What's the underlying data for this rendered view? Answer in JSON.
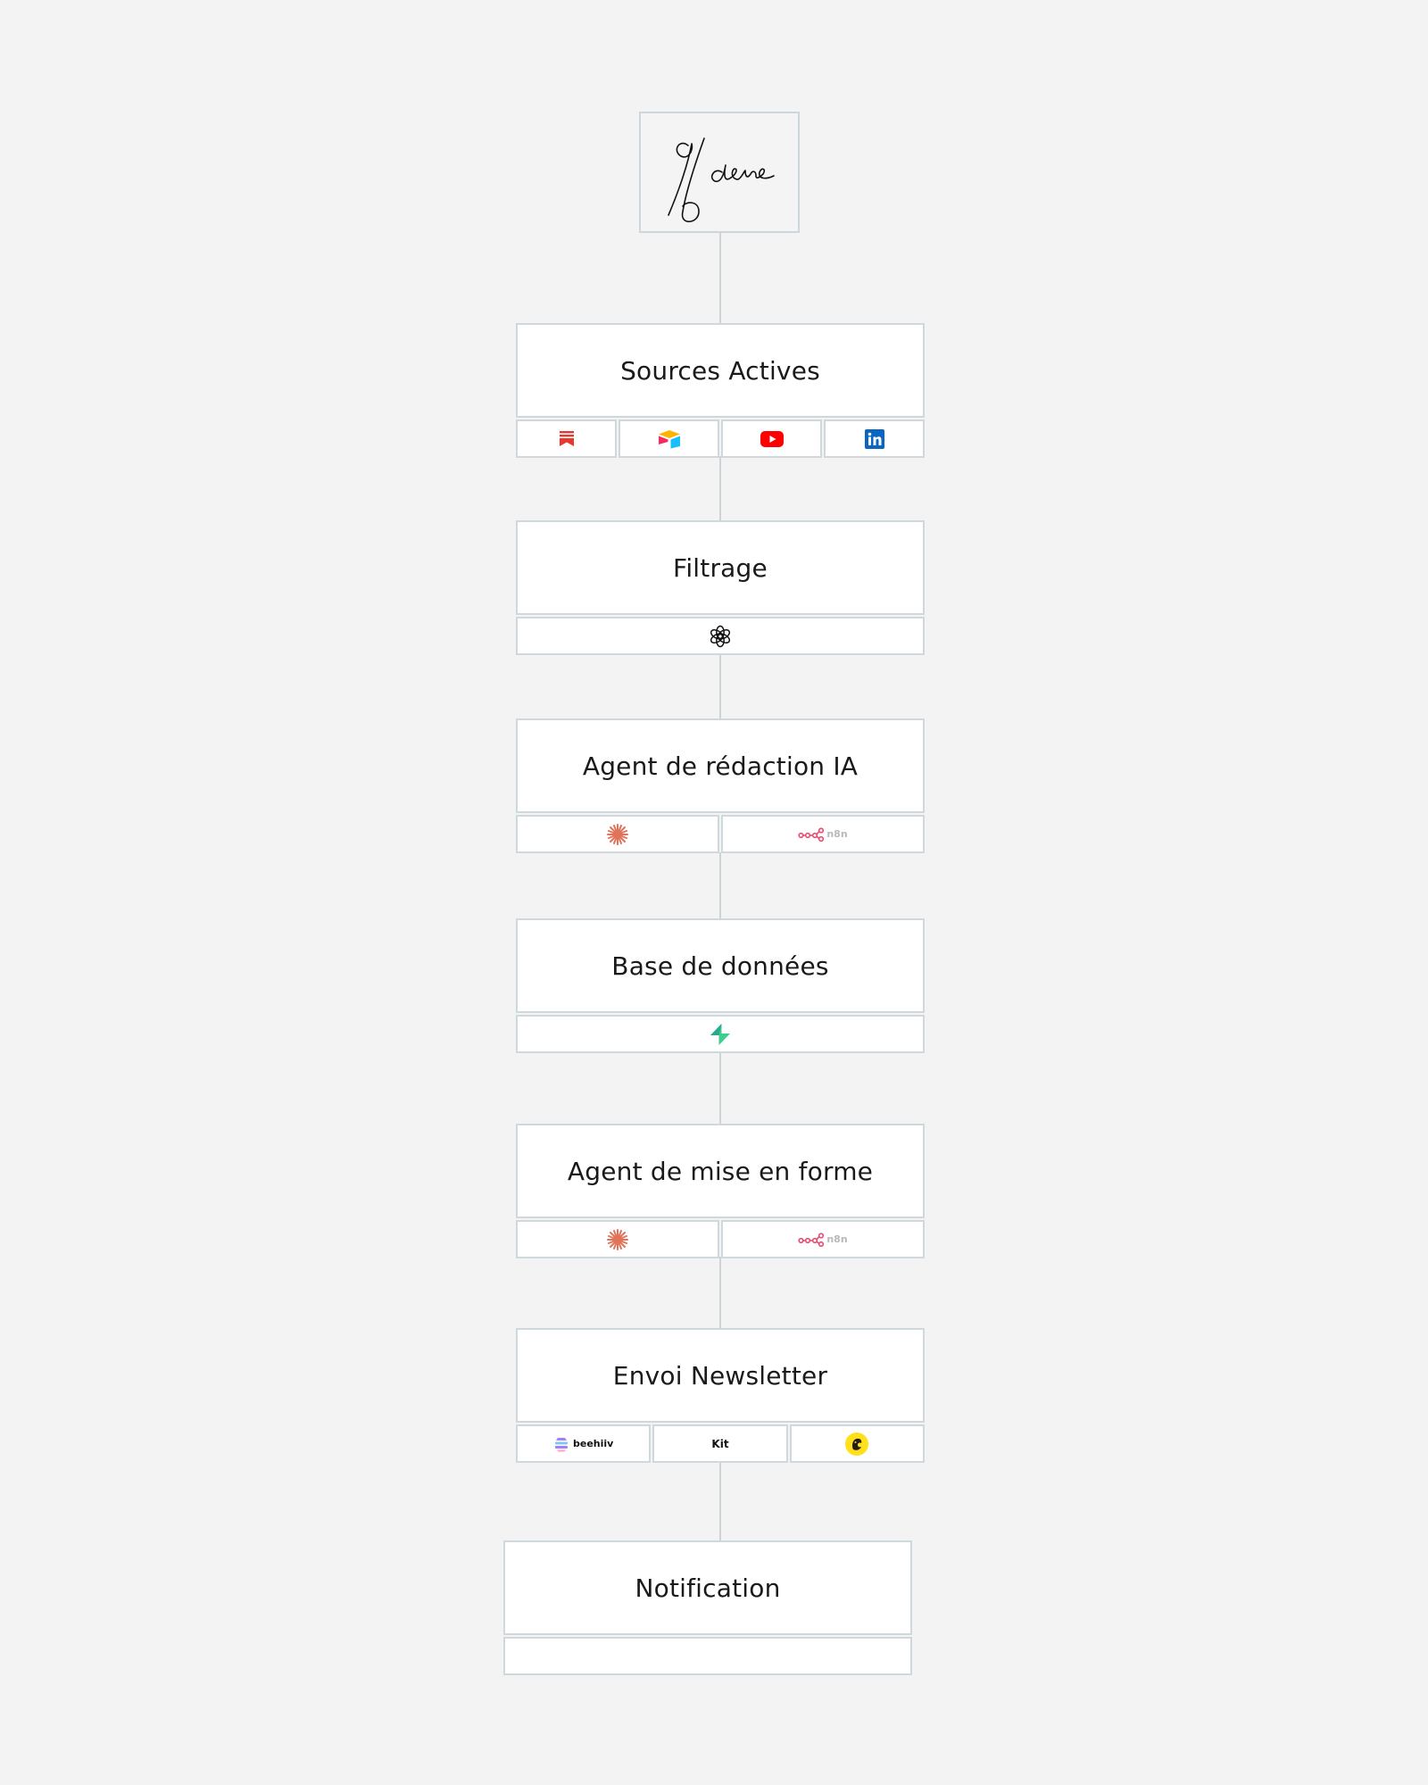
{
  "logo": {
    "signature": "96dene",
    "icon": "signature-logo"
  },
  "nodes": [
    {
      "title": "Sources Actives",
      "tools": [
        {
          "icon": "substack-icon",
          "color": "#e8382e"
        },
        {
          "icon": "airtable-icon",
          "color": "#fcb400"
        },
        {
          "icon": "youtube-icon",
          "color": "#ff0000"
        },
        {
          "icon": "linkedin-icon",
          "color": "#0a66c2"
        }
      ]
    },
    {
      "title": "Filtrage",
      "tools": [
        {
          "icon": "openai-icon",
          "color": "#111111"
        }
      ]
    },
    {
      "title": "Agent de rédaction IA",
      "tools": [
        {
          "icon": "claude-icon",
          "color": "#e0735a"
        },
        {
          "icon": "n8n-icon",
          "color": "#ea4b71",
          "label": "n8n"
        }
      ]
    },
    {
      "title": "Base de données",
      "tools": [
        {
          "icon": "supabase-icon",
          "color": "#3ecf8e"
        }
      ]
    },
    {
      "title": "Agent de mise en forme",
      "tools": [
        {
          "icon": "claude-icon",
          "color": "#e0735a"
        },
        {
          "icon": "n8n-icon",
          "color": "#ea4b71",
          "label": "n8n"
        }
      ]
    },
    {
      "title": "Envoi Newsletter",
      "tools": [
        {
          "icon": "beehiiv-icon",
          "color": "#a97cf8",
          "label": "beehiiv"
        },
        {
          "icon": "kit-icon",
          "color": "#111111",
          "label": "Kit"
        },
        {
          "icon": "mailchimp-icon",
          "color": "#ffe01b"
        }
      ]
    },
    {
      "title": "Notification",
      "tools": [
        {
          "icon": "empty-slot"
        }
      ]
    }
  ]
}
